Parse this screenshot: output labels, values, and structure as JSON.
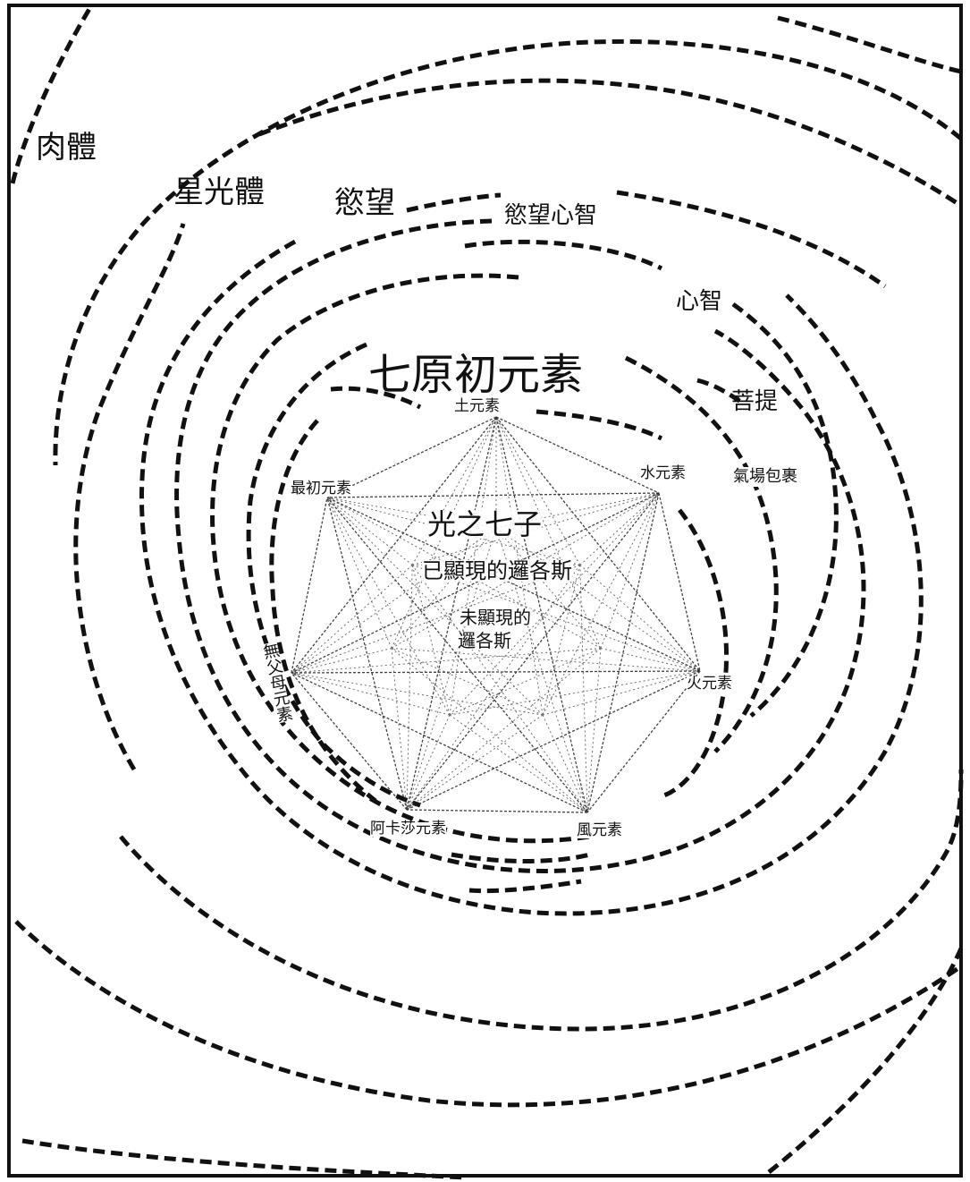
{
  "layers": {
    "physical": "肉體",
    "astral": "星光體",
    "desire": "慾望",
    "desire_mind": "慾望心智",
    "mind": "心智",
    "bodhi": "菩提",
    "aura": "氣場包裹"
  },
  "center": {
    "title": "七原初元素",
    "seven_sons": "光之七子",
    "manifested_logos": "已顯現的邏各斯",
    "unmanifested_line1": "未顯現的",
    "unmanifested_line2": "邏各斯"
  },
  "elements": {
    "earth": "土元素",
    "water": "水元素",
    "fire": "火元素",
    "air": "風元素",
    "akasha": "阿卡莎元素",
    "parentless": "無父母元素",
    "first": "最初元素"
  },
  "colors": {
    "ink": "#111111",
    "background": "#ffffff"
  }
}
